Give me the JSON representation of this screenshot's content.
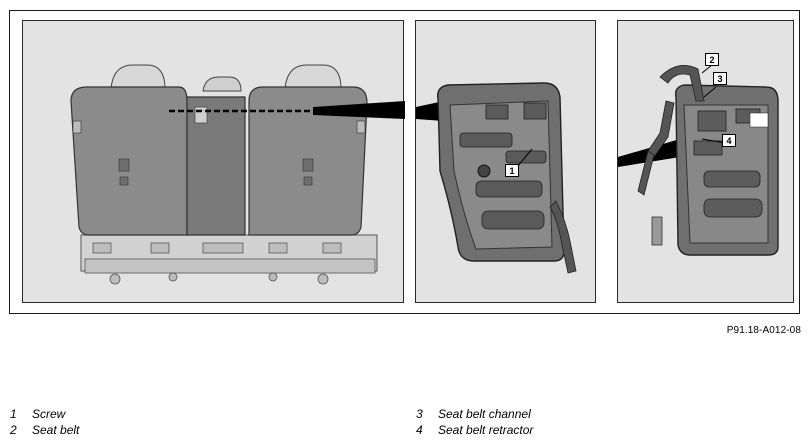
{
  "figure_code": "P91.18-A012-08",
  "callouts": {
    "c1": "1",
    "c2": "2",
    "c3": "3",
    "c4": "4"
  },
  "legend": [
    {
      "num": "1",
      "label": "Screw"
    },
    {
      "num": "2",
      "label": "Seat belt"
    },
    {
      "num": "3",
      "label": "Seat belt channel"
    },
    {
      "num": "4",
      "label": "Seat belt retractor"
    }
  ]
}
